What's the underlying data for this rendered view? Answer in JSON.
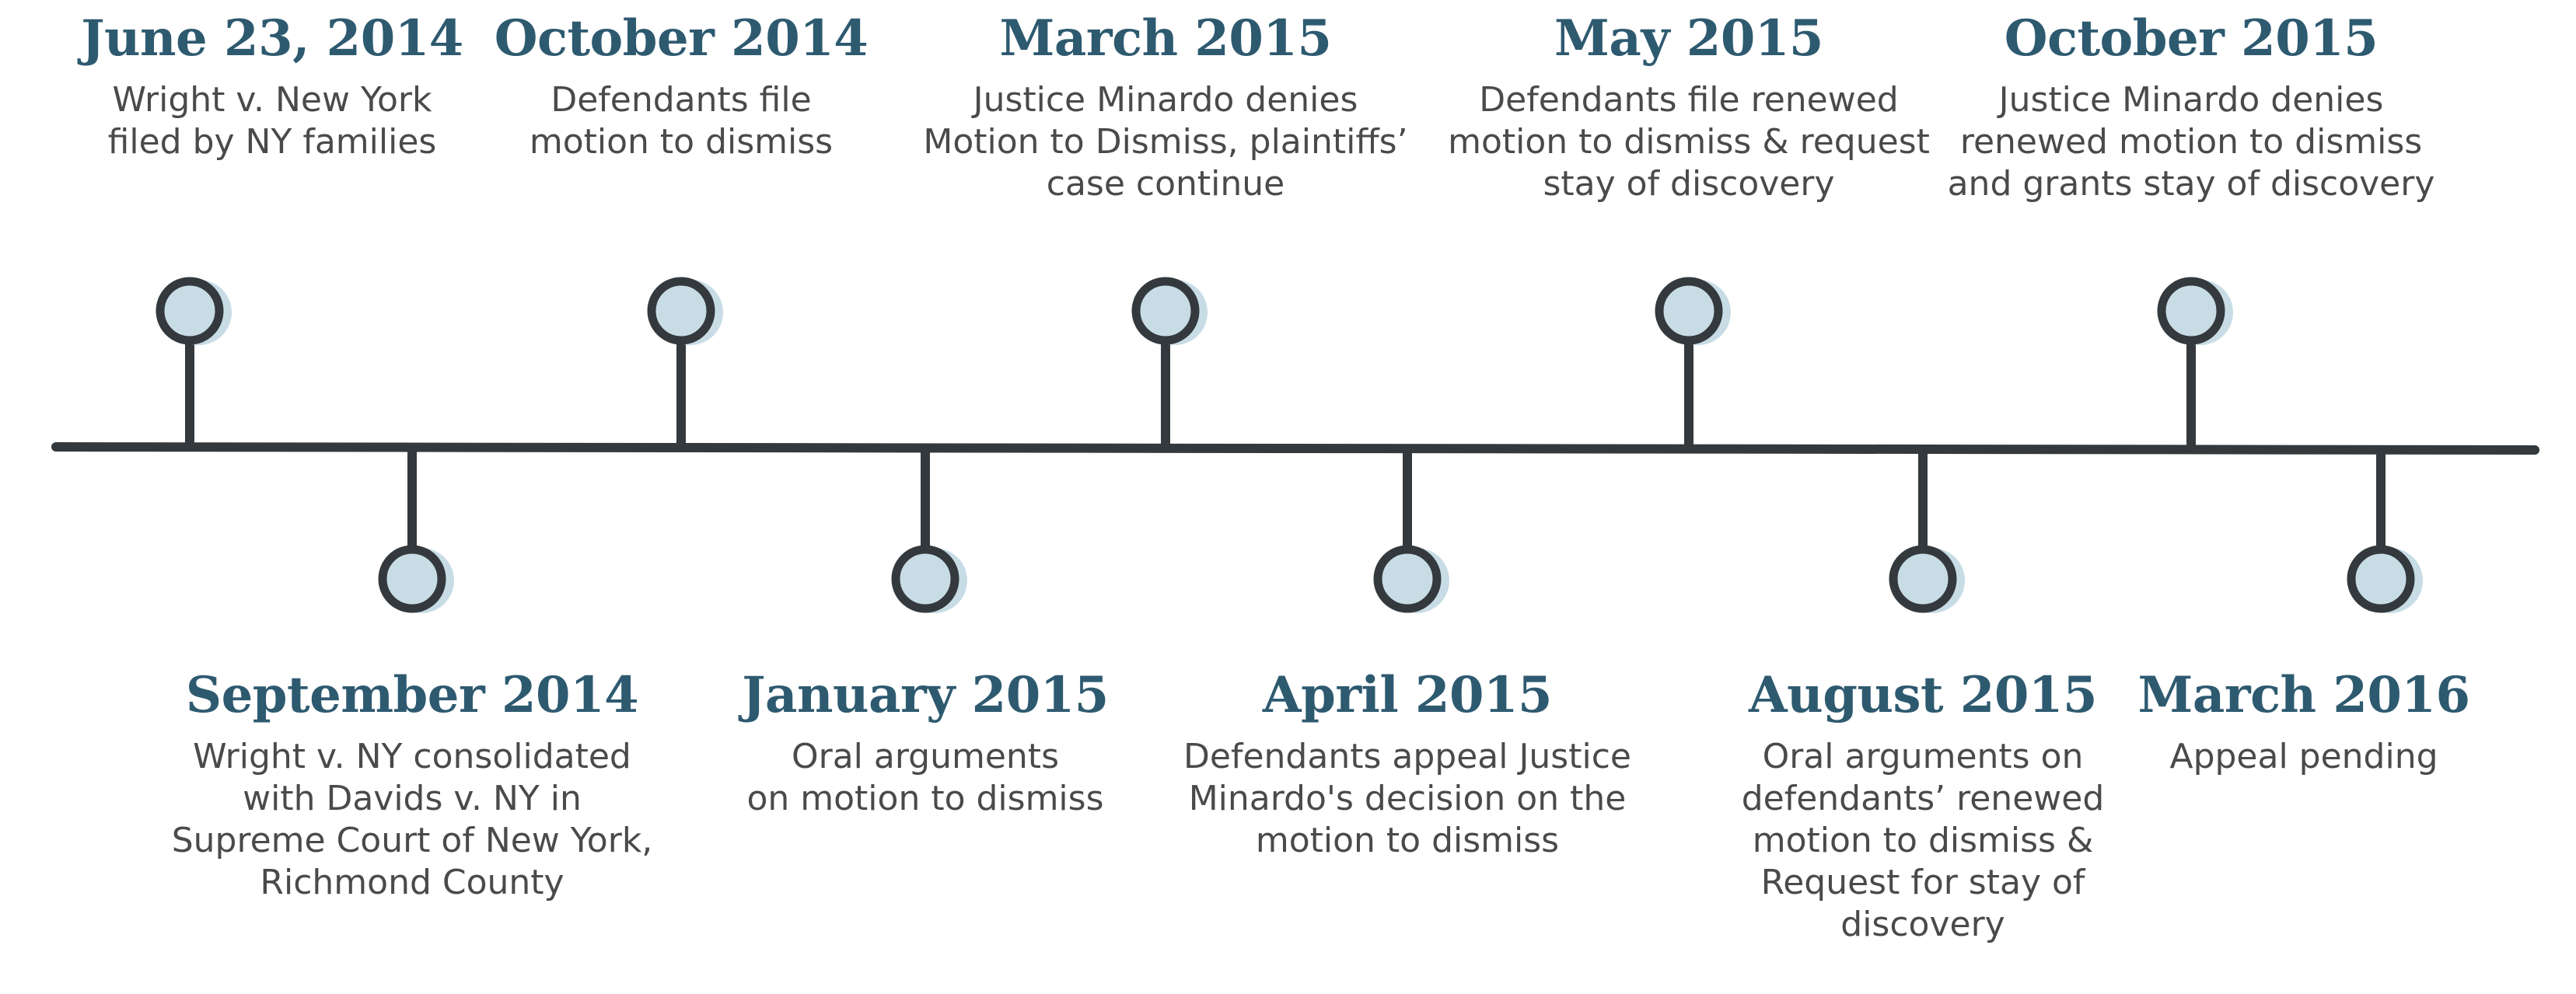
{
  "timeline": {
    "colors": {
      "axis": "#33393c",
      "node_fill": "#c8dce6",
      "node_shadow": "#c8dce6",
      "date_text": "#2e5a70",
      "desc_text": "#4a4a4a"
    },
    "events": [
      {
        "date": "June 23, 2014",
        "lines": [
          "Wright v. New York",
          "filed by NY families"
        ],
        "side": "above"
      },
      {
        "date": "September 2014",
        "lines": [
          "Wright v. NY consolidated",
          "with Davids v. NY in",
          "Supreme Court of New York,",
          "Richmond County"
        ],
        "side": "below"
      },
      {
        "date": "October 2014",
        "lines": [
          "Defendants file",
          "motion to dismiss"
        ],
        "side": "above"
      },
      {
        "date": "January 2015",
        "lines": [
          "Oral arguments",
          "on motion to dismiss"
        ],
        "side": "below"
      },
      {
        "date": "March 2015",
        "lines": [
          "Justice Minardo denies",
          "Motion to Dismiss, plaintiffs’",
          "case continue"
        ],
        "side": "above"
      },
      {
        "date": "April 2015",
        "lines": [
          "Defendants appeal Justice",
          "Minardo's decision on the",
          "motion to dismiss"
        ],
        "side": "below"
      },
      {
        "date": "May 2015",
        "lines": [
          "Defendants file renewed",
          "motion to dismiss & request",
          "stay of discovery"
        ],
        "side": "above"
      },
      {
        "date": "August 2015",
        "lines": [
          "Oral arguments on",
          "defendants’ renewed",
          "motion to dismiss &",
          "Request for stay of",
          "discovery"
        ],
        "side": "below"
      },
      {
        "date": "October 2015",
        "lines": [
          "Justice Minardo denies",
          "renewed motion to dismiss",
          "and grants stay of discovery"
        ],
        "side": "above"
      },
      {
        "date": "March 2016",
        "lines": [
          "Appeal pending"
        ],
        "side": "below"
      }
    ]
  }
}
